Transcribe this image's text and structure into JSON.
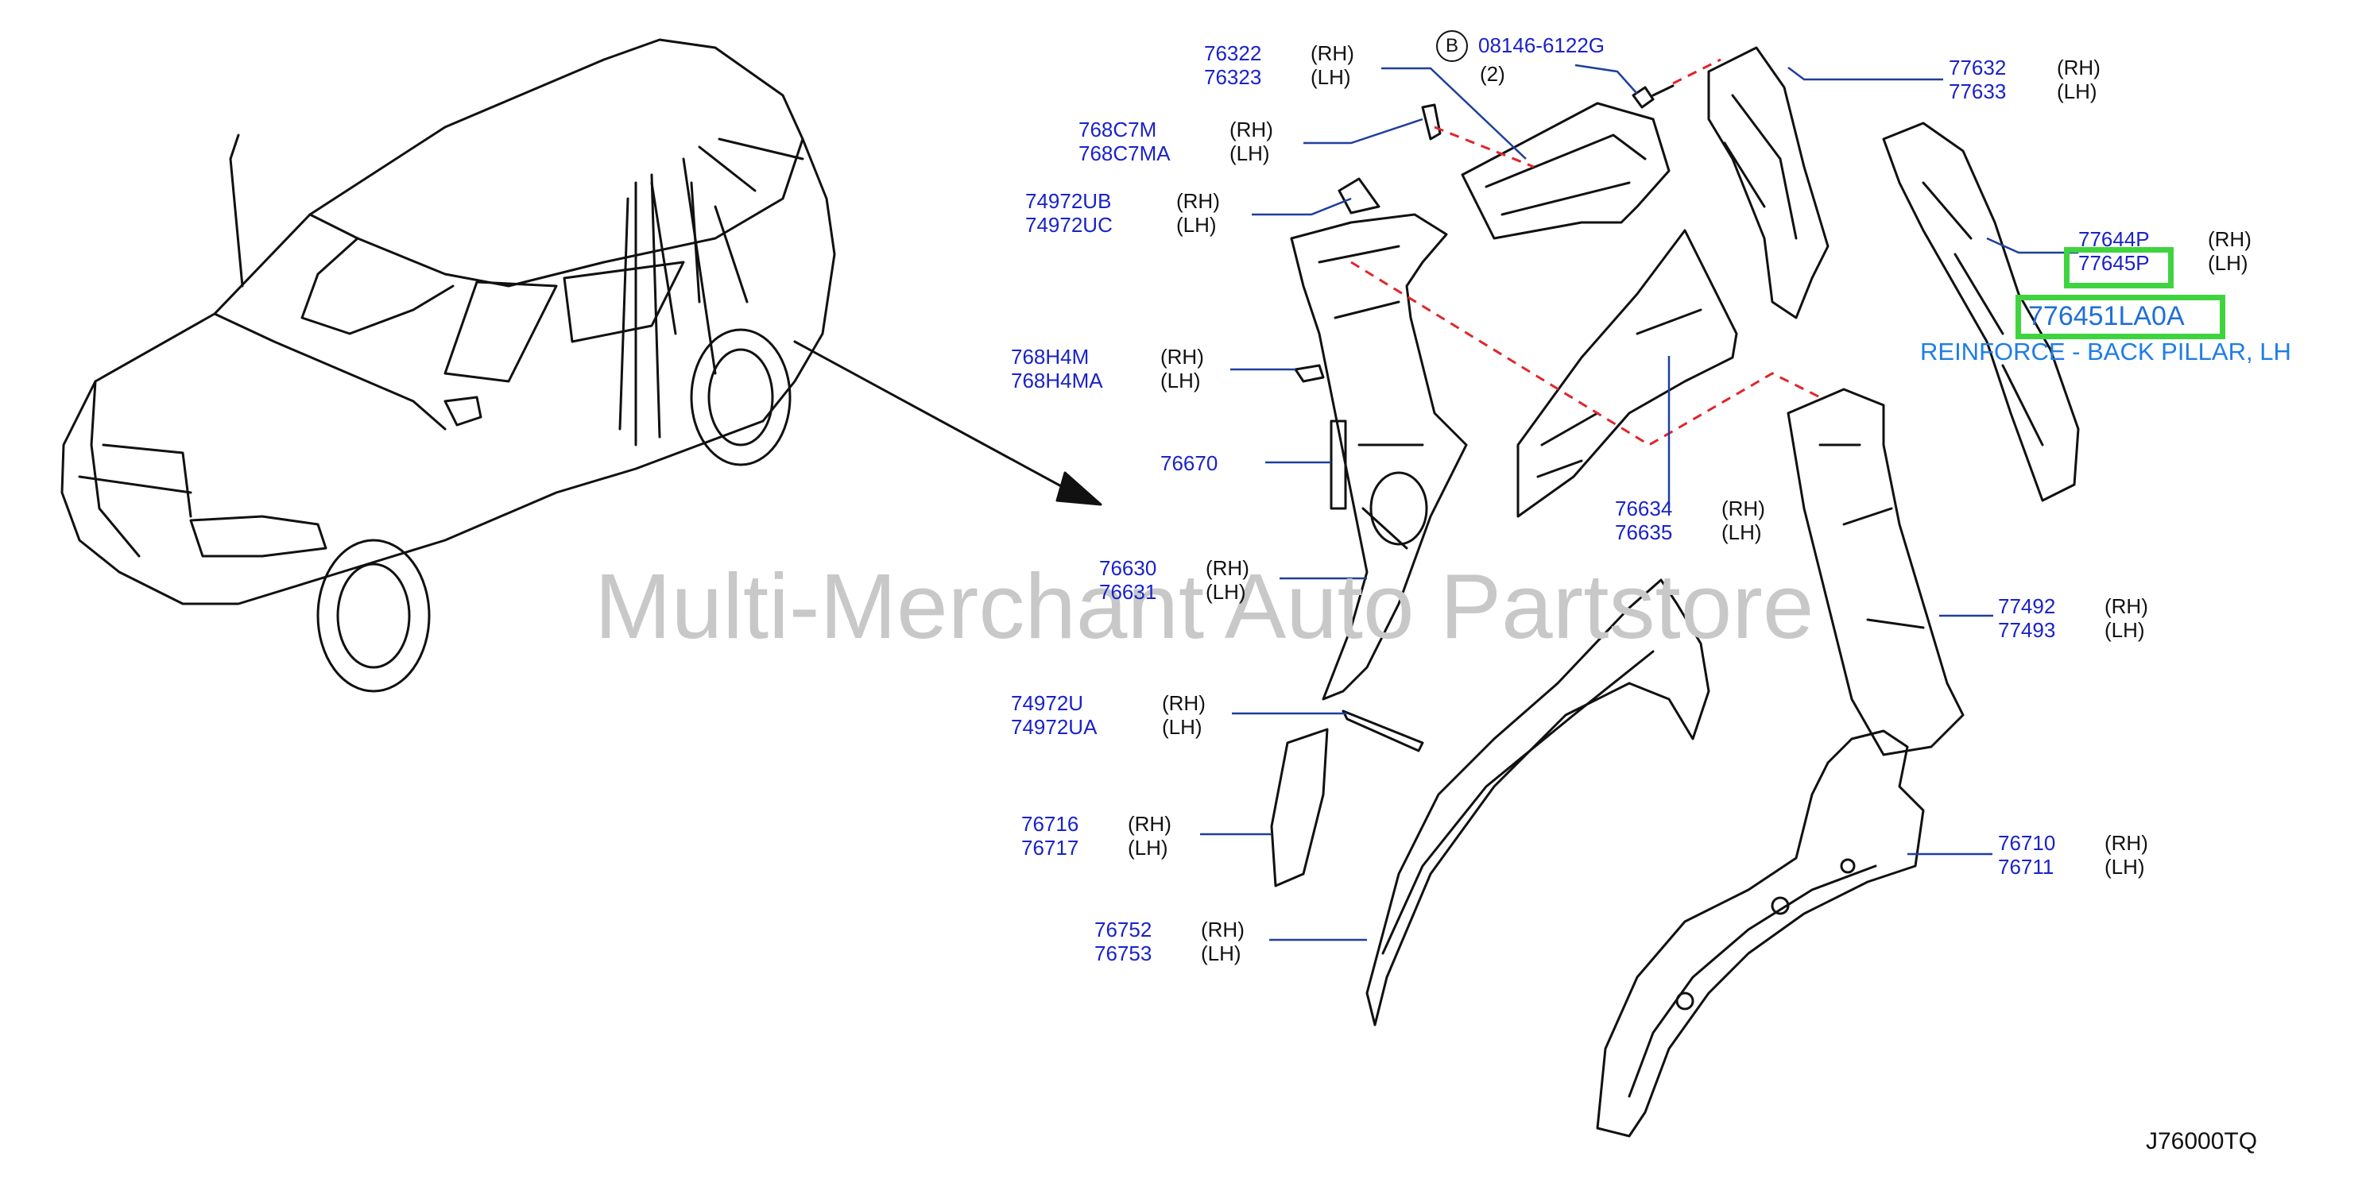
{
  "watermark": "Multi-Merchant Auto Partstore",
  "diagram_code": "J76000TQ",
  "bolt": {
    "symbol": "B",
    "part": "08146-6122G",
    "qty": "(2)"
  },
  "parts": {
    "p76322": {
      "rh": "76322",
      "lh": "76323"
    },
    "p768C7M": {
      "rh": "768C7M",
      "lh": "768C7MA"
    },
    "p74972UB": {
      "rh": "74972UB",
      "lh": "74972UC"
    },
    "p768H4M": {
      "rh": "768H4M",
      "lh": "768H4MA"
    },
    "p76670": {
      "single": "76670"
    },
    "p76630": {
      "rh": "76630",
      "lh": "76631"
    },
    "p74972U": {
      "rh": "74972U",
      "lh": "74972UA"
    },
    "p76716": {
      "rh": "76716",
      "lh": "76717"
    },
    "p76752": {
      "rh": "76752",
      "lh": "76753"
    },
    "p77632": {
      "rh": "77632",
      "lh": "77633"
    },
    "p77644P": {
      "rh": "77644P",
      "lh": "77645P"
    },
    "p76634": {
      "rh": "76634",
      "lh": "76635"
    },
    "p77492": {
      "rh": "77492",
      "lh": "77493"
    },
    "p76710": {
      "rh": "76710",
      "lh": "76711"
    }
  },
  "side_labels": {
    "rh": "(RH)",
    "lh": "(LH)"
  },
  "highlight": {
    "part_number": "776451LA0A",
    "description": "REINFORCE - BACK PILLAR, LH",
    "color": "#3fd43f"
  },
  "colors": {
    "part_number": "#1a22c8",
    "leader": "#1f3f9c",
    "dashed": "#e0262b",
    "outline": "#111111",
    "highlight_text": "#1f7de6"
  }
}
